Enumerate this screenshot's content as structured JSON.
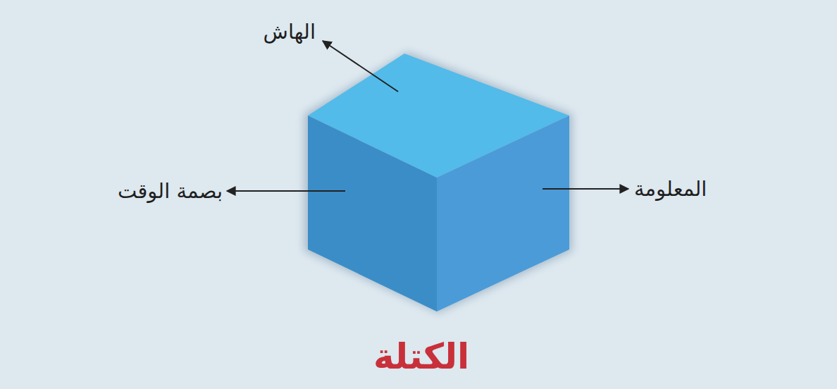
{
  "diagram": {
    "caption": "الكتلة",
    "labels": [
      "الهاش",
      "بصمة الوقت",
      "المعلومة"
    ]
  }
}
